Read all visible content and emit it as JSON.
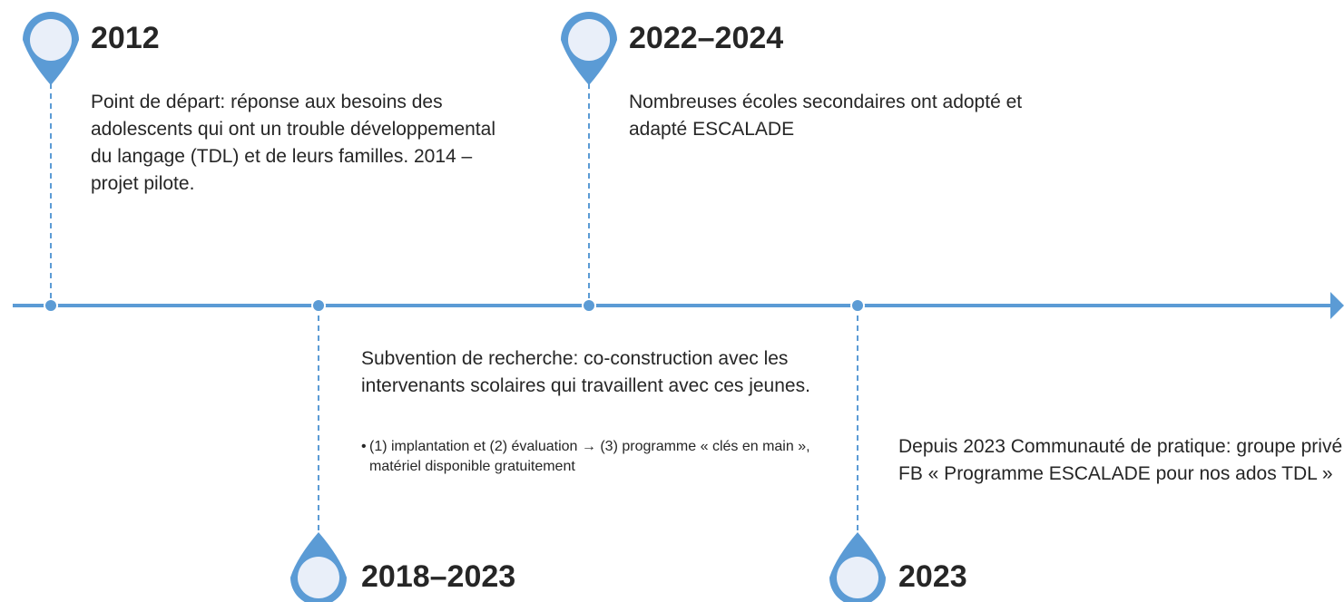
{
  "colors": {
    "accent": "#5B9BD5",
    "pin_fill": "#E9EFF9",
    "text": "#262626"
  },
  "events": [
    {
      "year": "2012",
      "description": "Point de départ: réponse aux besoins des adolescents qui ont un trouble développemental du langage (TDL) et de leurs familles. 2014 – projet pilote."
    },
    {
      "year": "2018–2023",
      "description": "Subvention de recherche: co-construction avec les intervenants scolaires qui travaillent avec ces jeunes.",
      "bullet": "(1) implantation et (2) évaluation → (3) programme « clés en main », matériel disponible gratuitement"
    },
    {
      "year": "2022–2024",
      "description": "Nombreuses écoles secondaires ont adopté et adapté ESCALADE"
    },
    {
      "year": "2023",
      "description": "Depuis 2023  Communauté de pratique: groupe privé FB « Programme ESCALADE pour nos ados TDL »"
    }
  ],
  "icons": {
    "pin": "map-pin-icon",
    "arrow": "arrow-right-icon"
  }
}
